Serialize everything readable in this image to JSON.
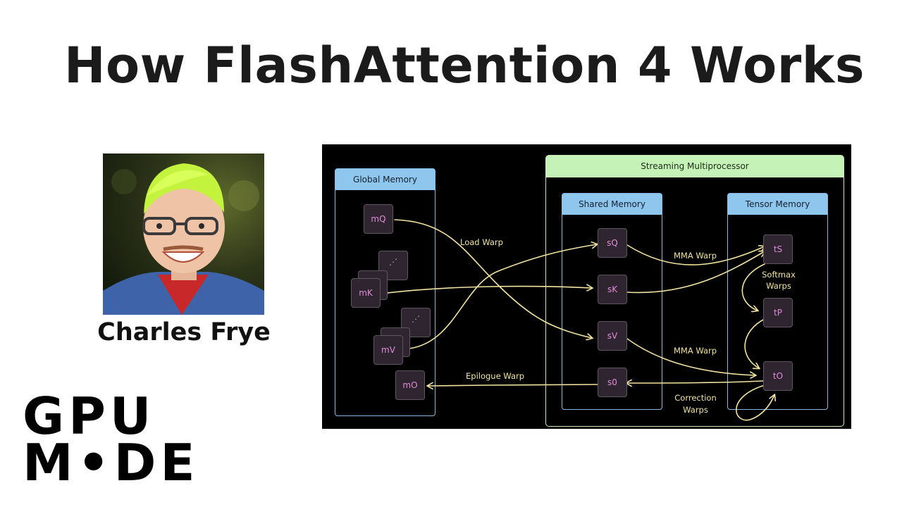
{
  "title": "How FlashAttention 4 Works",
  "speaker": {
    "name": "Charles Frye"
  },
  "logo": {
    "line1": "GPU",
    "line2": "M•DE"
  },
  "diagram": {
    "streaming_multiprocessor": "Streaming Multiprocessor",
    "global_memory": {
      "label": "Global Memory",
      "tiles": {
        "mq": "mQ",
        "mk": "mK",
        "mv": "mV",
        "mo": "mO",
        "ellipsis": "⋰"
      }
    },
    "shared_memory": {
      "label": "Shared Memory",
      "tiles": {
        "sq": "sQ",
        "sk": "sK",
        "sv": "sV",
        "so": "s0"
      }
    },
    "tensor_memory": {
      "label": "Tensor Memory",
      "tiles": {
        "ts": "tS",
        "tp": "tP",
        "to": "tO"
      }
    },
    "warps": {
      "load": "Load Warp",
      "mma_top": "MMA Warp",
      "mma_bottom": "MMA Warp",
      "softmax_line1": "Softmax",
      "softmax_line2": "Warps",
      "epilogue": "Epilogue Warp",
      "correction_line1": "Correction",
      "correction_line2": "Warps"
    },
    "colors": {
      "arrow": "#f2e3a0",
      "sm_header": "#c5f2b6",
      "mem_header": "#8ec6ee",
      "tile_text": "#e08cd8"
    }
  }
}
